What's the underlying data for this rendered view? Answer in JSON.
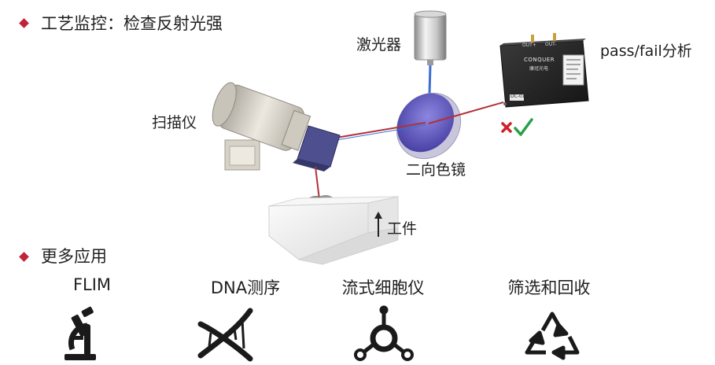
{
  "section1": {
    "title": "工艺监控：检查反射光强"
  },
  "labels": {
    "laser": "激光器",
    "device": "pass/fail分析",
    "scanner": "扫描仪",
    "mirror": "二向色镜",
    "workpiece": "工件"
  },
  "device_panel": {
    "brand": "CONQUER",
    "brand_cn": "康冠光电",
    "port_left": "OUT+",
    "port_right": "OUT-",
    "tag": "DC-0123"
  },
  "section2": {
    "title": "更多应用"
  },
  "applications": [
    {
      "label": "FLIM",
      "icon": "microscope-icon"
    },
    {
      "label": "DNA测序",
      "icon": "dna-icon"
    },
    {
      "label": "流式细胞仪",
      "icon": "flow-cytometer-icon"
    },
    {
      "label": "筛选和回收",
      "icon": "recycle-icon"
    }
  ],
  "colors": {
    "bullet": "#c0243a",
    "beam_red": "#b0303a",
    "beam_blue": "#3a6fd0",
    "mirror": "#5a52b8",
    "fail": "#d0202a",
    "pass": "#28a048"
  }
}
